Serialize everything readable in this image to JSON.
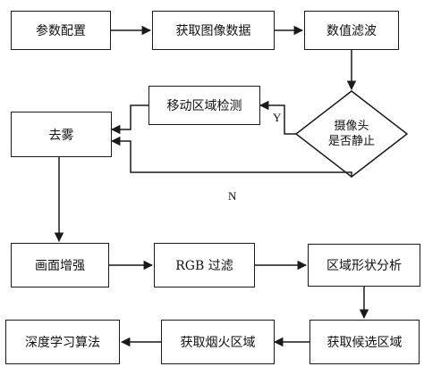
{
  "nodes": {
    "config": "参数配置",
    "get_image": "获取图像数据",
    "filter": "数值滤波",
    "decision_line1": "摄像头",
    "decision_line2": "是否静止",
    "motion": "移动区域检测",
    "dehaze": "去雾",
    "enhance": "画面增强",
    "rgb": "RGB 过滤",
    "shape": "区域形状分析",
    "candidate": "获取候选区域",
    "smoke_fire": "获取烟火区域",
    "deep": "深度学习算法"
  },
  "labels": {
    "yes": "Y",
    "no": "N"
  }
}
